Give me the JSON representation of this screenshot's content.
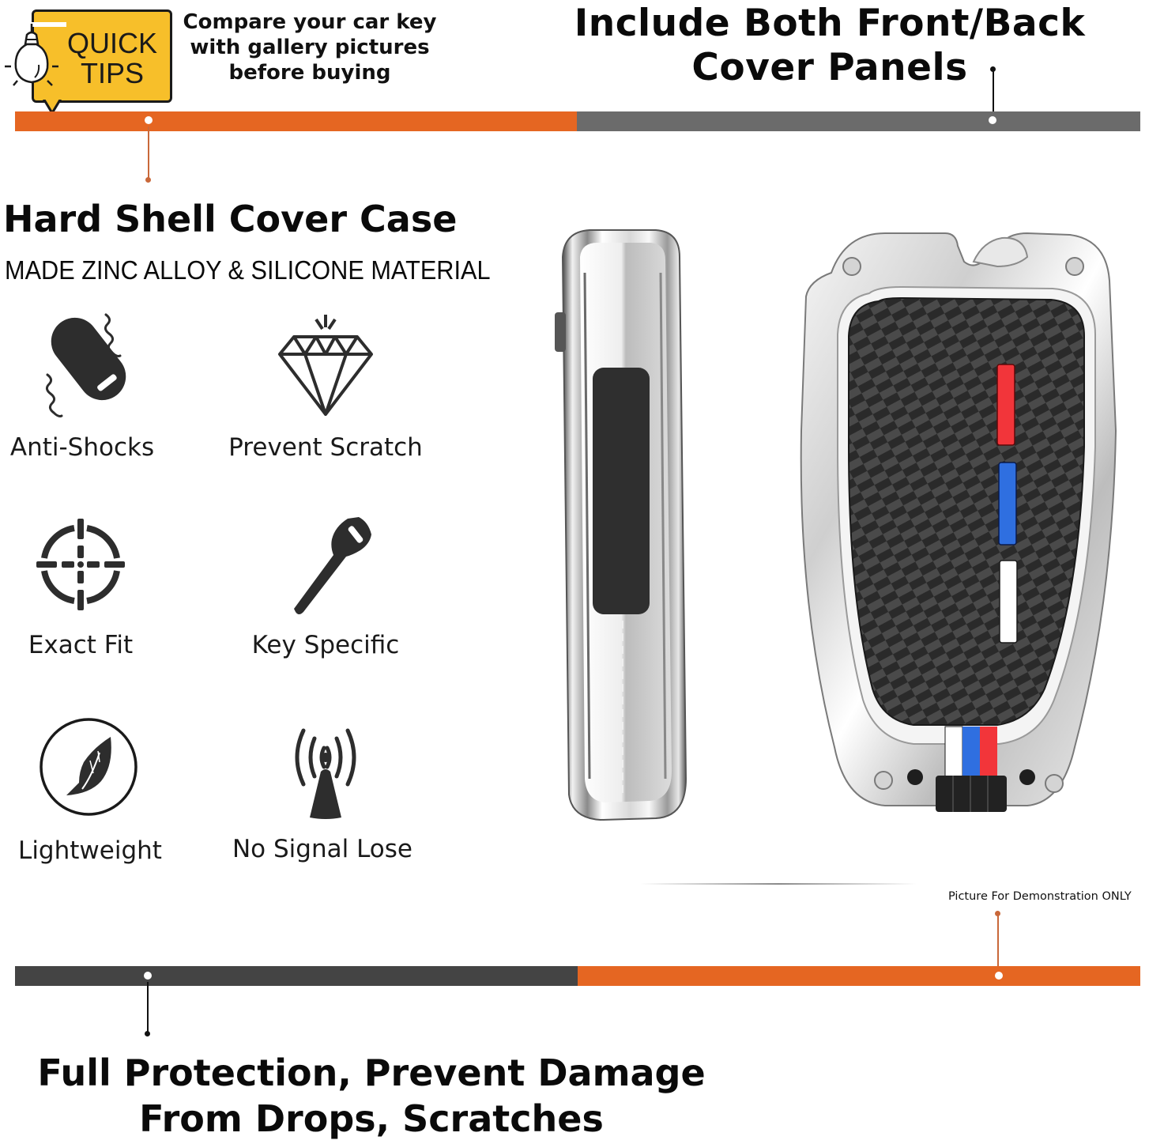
{
  "quick_tips": {
    "badge_line1": "QUICK",
    "badge_line2": "TIPS",
    "icon": "lightbulb-icon",
    "message_line1": "Compare your car key",
    "message_line2": "with gallery pictures",
    "message_line3": "before buying"
  },
  "header": {
    "title_line1": "Include Both Front/Back",
    "title_line2": "Cover Panels"
  },
  "section": {
    "title": "Hard Shell Cover Case",
    "subtitle": "MADE ZINC ALLOY & SILICONE MATERIAL"
  },
  "features": [
    {
      "label": "Anti-Shocks",
      "icon": "key-fob-shock-icon"
    },
    {
      "label": "Prevent Scratch",
      "icon": "diamond-icon"
    },
    {
      "label": "Exact Fit",
      "icon": "crosshair-icon"
    },
    {
      "label": "Key Specific",
      "icon": "key-icon"
    },
    {
      "label": "Lightweight",
      "icon": "feather-icon"
    },
    {
      "label": "No Signal Lose",
      "icon": "signal-tower-icon"
    }
  ],
  "product": {
    "side_view": "key-case-side-view",
    "front_view": "key-case-front-view",
    "stripe_colors": [
      "#f2353a",
      "#2f6fe0",
      "#ffffff"
    ],
    "trim": "chrome",
    "panel": "carbon-fiber"
  },
  "demo_note": "Picture For Demonstration ONLY",
  "footer": {
    "title_line1": "Full Protection, Prevent Damage",
    "title_line2": "From Drops, Scratches"
  },
  "colors": {
    "orange": "#e56622",
    "gray_top": "#6b6b6b",
    "gray_bottom": "#444444",
    "yellow": "#f7bf2a"
  }
}
